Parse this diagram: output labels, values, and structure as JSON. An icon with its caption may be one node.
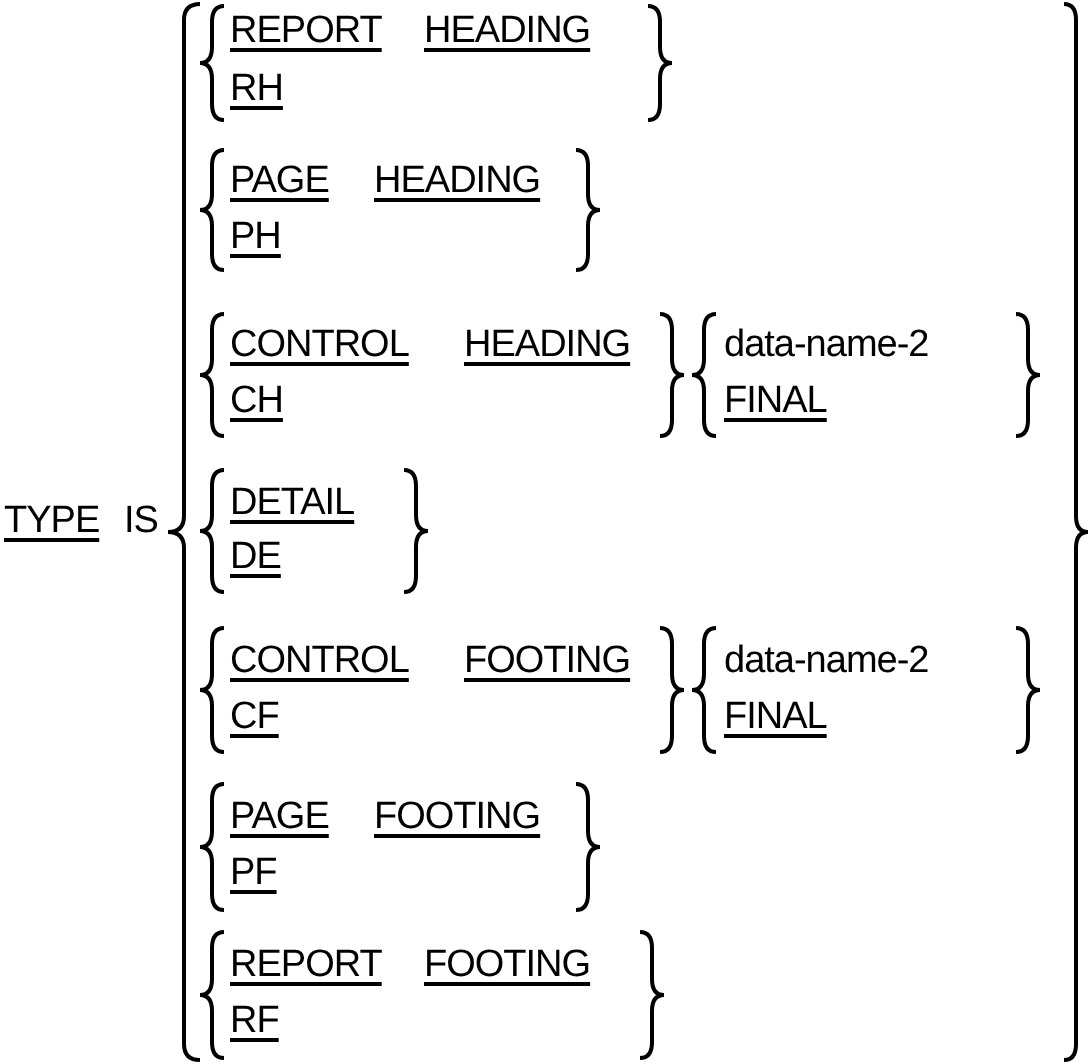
{
  "diagram": {
    "labels": [
      "TYPE",
      "IS",
      "REPORT",
      "HEADING",
      "RH",
      "PAGE",
      "HEADING",
      "PH",
      "CONTROL",
      "HEADING",
      "CH",
      "data-name-2",
      "FINAL",
      "DETAIL",
      "DE",
      "CONTROL",
      "FOOTING",
      "CF",
      "data-name-2",
      "FINAL",
      "PAGE",
      "FOOTING",
      "PF",
      "REPORT",
      "FOOTING",
      "RF"
    ]
  }
}
